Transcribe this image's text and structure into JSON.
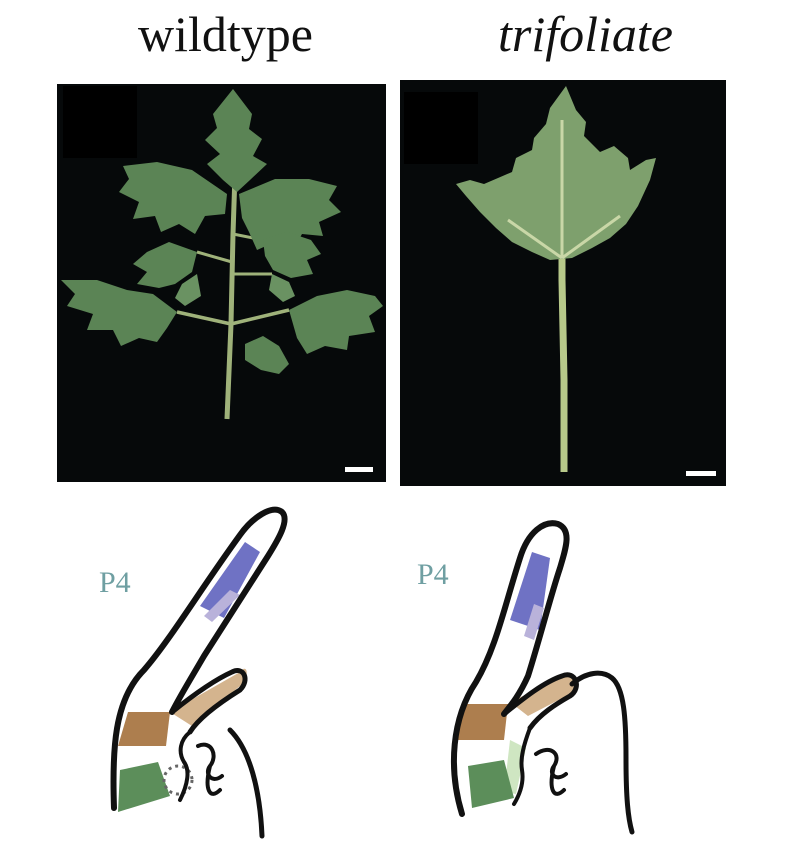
{
  "panels": {
    "left": {
      "title": "wildtype"
    },
    "right": {
      "title": "trifoliate"
    }
  },
  "diagrams": {
    "left": {
      "stage_label": "P4"
    },
    "right": {
      "stage_label": "P4"
    }
  },
  "colors": {
    "background": "#06090a",
    "leaf": "#5b8455",
    "leaf_light": "#7ea06d",
    "stem": "#b7c98a",
    "label": "#6f9fa2",
    "blue_zone": "#6f72c4",
    "lilac_zone": "#b9b2da",
    "tan_zone": "#d4b48e",
    "brown_zone": "#ad7e4e",
    "green_zone": "#5c8e5a",
    "pale_green_zone": "#cfe6c2"
  }
}
